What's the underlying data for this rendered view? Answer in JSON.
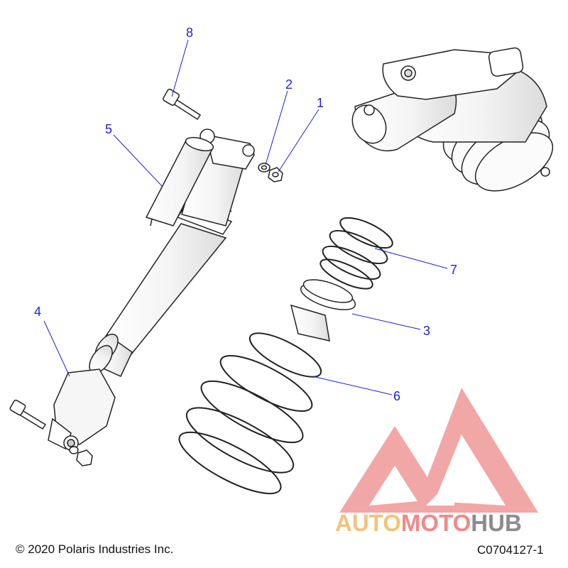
{
  "colors": {
    "callout": "#1f1fd6",
    "outline": "#222222",
    "watermark_red": "#ee8a8a",
    "watermark_orange": "#f3c37a",
    "watermark_gray": "#8c8c8c"
  },
  "callouts": [
    "8",
    "2",
    "1",
    "5",
    "7",
    "4",
    "3",
    "6"
  ],
  "footer": {
    "copyright": "© 2020 Polaris Industries Inc.",
    "drawing_id": "C0704127-1"
  },
  "watermark": {
    "part1": "AUTO",
    "part2": "MOTO",
    "part3": "HUB"
  }
}
